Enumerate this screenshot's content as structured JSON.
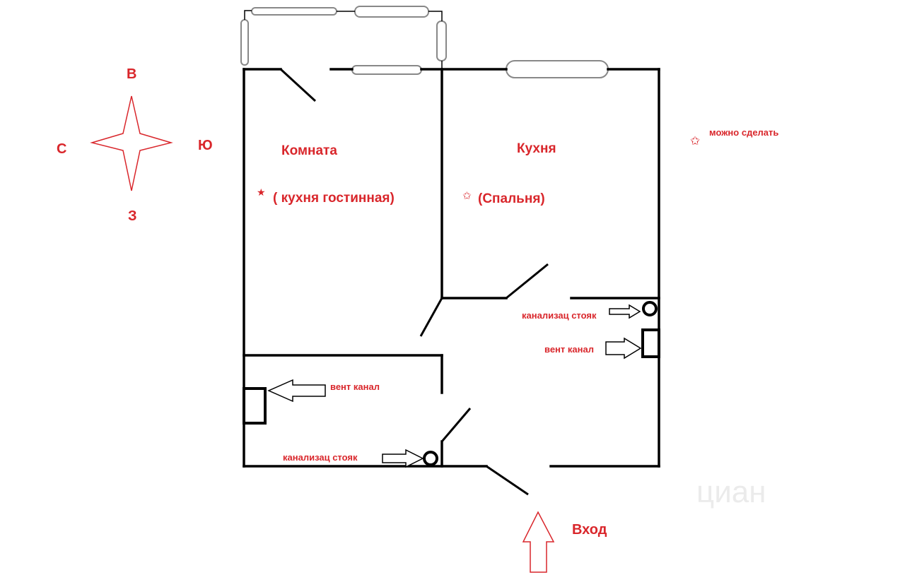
{
  "compass": {
    "north": "В",
    "west": "С",
    "east": "Ю",
    "south": "З"
  },
  "rooms": {
    "room_name": "Комната",
    "room_note": "( кухня гостинная)",
    "kitchen_name": "Кухня",
    "kitchen_note": "(Спальня)"
  },
  "legend": {
    "can_do": "можно сделать"
  },
  "utilities": {
    "sewer_riser_label": "канализац стояк",
    "vent_channel_label": "вент канал"
  },
  "entrance": {
    "label": "Вход"
  },
  "watermark": {
    "text": "циан"
  },
  "colors": {
    "accent": "#d9262b",
    "walls": "#000000",
    "window": "#888888"
  }
}
